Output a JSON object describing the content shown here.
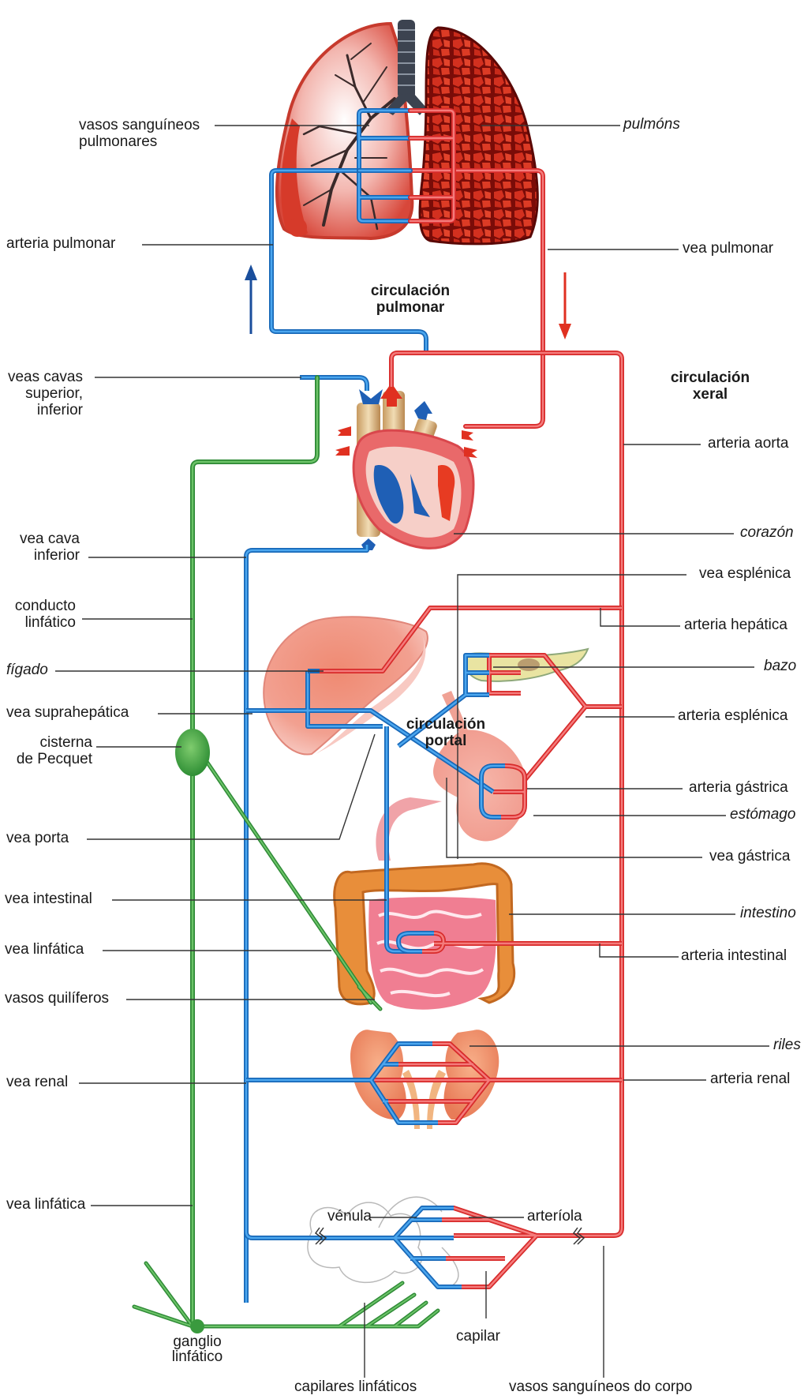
{
  "diagram": {
    "title": "Sistema circulatorio e linfático",
    "colors": {
      "venous_blood": "#2f8fd8",
      "arterial_blood": "#ee4a4a",
      "lymph": "#4aa84a",
      "leader_line": "#333333",
      "flow_arrow_up": "#1a4e9c",
      "flow_arrow_down": "#e03020"
    },
    "sections": {
      "pulmonary": "circulación\npulmonar",
      "systemic": "circulación\nxeral",
      "portal": "circulación\nportal"
    },
    "flow_arrows": [
      {
        "id": "pulmonary-up",
        "direction": "up",
        "color": "#1a4e9c"
      },
      {
        "id": "pulmonary-down",
        "direction": "down",
        "color": "#e03020"
      }
    ],
    "labels_left": [
      {
        "id": "vasos-sanguineos-pulmonares",
        "text": "vasos sanguíneos\npulmonares",
        "italic": false
      },
      {
        "id": "arteria-pulmonar",
        "text": "arteria pulmonar",
        "italic": false
      },
      {
        "id": "veas-cavas",
        "text": "veas cavas\nsuperior,\ninferior",
        "italic": false
      },
      {
        "id": "vea-cava-inferior",
        "text": "vea cava\ninferior",
        "italic": false
      },
      {
        "id": "conducto-linfatico",
        "text": "conducto\nlinfático",
        "italic": false
      },
      {
        "id": "figado",
        "text": "fígado",
        "italic": true
      },
      {
        "id": "vea-suprahepatica",
        "text": "vea suprahepática",
        "italic": false
      },
      {
        "id": "cisterna-pecquet",
        "text": "cisterna\nde Pecquet",
        "italic": false
      },
      {
        "id": "vea-porta",
        "text": "vea porta",
        "italic": false
      },
      {
        "id": "vea-intestinal",
        "text": "vea intestinal",
        "italic": false
      },
      {
        "id": "vea-linfatica-1",
        "text": "vea linfática",
        "italic": false
      },
      {
        "id": "vasos-quiliferos",
        "text": "vasos quilíferos",
        "italic": false
      },
      {
        "id": "vea-renal",
        "text": "vea renal",
        "italic": false
      },
      {
        "id": "vea-linfatica-2",
        "text": "vea linfática",
        "italic": false
      }
    ],
    "labels_right": [
      {
        "id": "pulmons",
        "text": "pulmóns",
        "italic": true
      },
      {
        "id": "vea-pulmonar",
        "text": "vea pulmonar",
        "italic": false
      },
      {
        "id": "arteria-aorta",
        "text": "arteria aorta",
        "italic": false
      },
      {
        "id": "corazon",
        "text": "corazón",
        "italic": true
      },
      {
        "id": "vea-esplenica",
        "text": "vea esplénica",
        "italic": false
      },
      {
        "id": "arteria-hepatica",
        "text": "arteria hepática",
        "italic": false
      },
      {
        "id": "bazo",
        "text": "bazo",
        "italic": true
      },
      {
        "id": "arteria-esplenica",
        "text": "arteria esplénica",
        "italic": false
      },
      {
        "id": "arteria-gastrica",
        "text": "arteria gástrica",
        "italic": false
      },
      {
        "id": "estomago",
        "text": "estómago",
        "italic": true
      },
      {
        "id": "vea-gastrica",
        "text": "vea gástrica",
        "italic": false
      },
      {
        "id": "intestino",
        "text": "intestino",
        "italic": true
      },
      {
        "id": "arteria-intestinal",
        "text": "arteria intestinal",
        "italic": false
      },
      {
        "id": "riles",
        "text": "riles",
        "italic": true
      },
      {
        "id": "arteria-renal",
        "text": "arteria renal",
        "italic": false
      }
    ],
    "labels_bottom": [
      {
        "id": "venula",
        "text": "vénula",
        "italic": false
      },
      {
        "id": "arteriola",
        "text": "arteríola",
        "italic": false
      },
      {
        "id": "ganglio-linfatico",
        "text": "ganglio\nlinfático",
        "italic": false
      },
      {
        "id": "capilar",
        "text": "capilar",
        "italic": false
      },
      {
        "id": "capilares-linfaticos",
        "text": "capilares linfáticos",
        "italic": false
      },
      {
        "id": "vasos-sanguineos-corpo",
        "text": "vasos sanguíneos do corpo",
        "italic": false
      }
    ],
    "organs": [
      {
        "id": "lungs",
        "name": "pulmóns"
      },
      {
        "id": "heart",
        "name": "corazón"
      },
      {
        "id": "liver",
        "name": "fígado"
      },
      {
        "id": "spleen",
        "name": "bazo"
      },
      {
        "id": "stomach",
        "name": "estómago"
      },
      {
        "id": "intestine",
        "name": "intestino"
      },
      {
        "id": "kidneys",
        "name": "riles"
      },
      {
        "id": "body-tissue",
        "name": "vasos sanguíneos do corpo"
      }
    ]
  }
}
